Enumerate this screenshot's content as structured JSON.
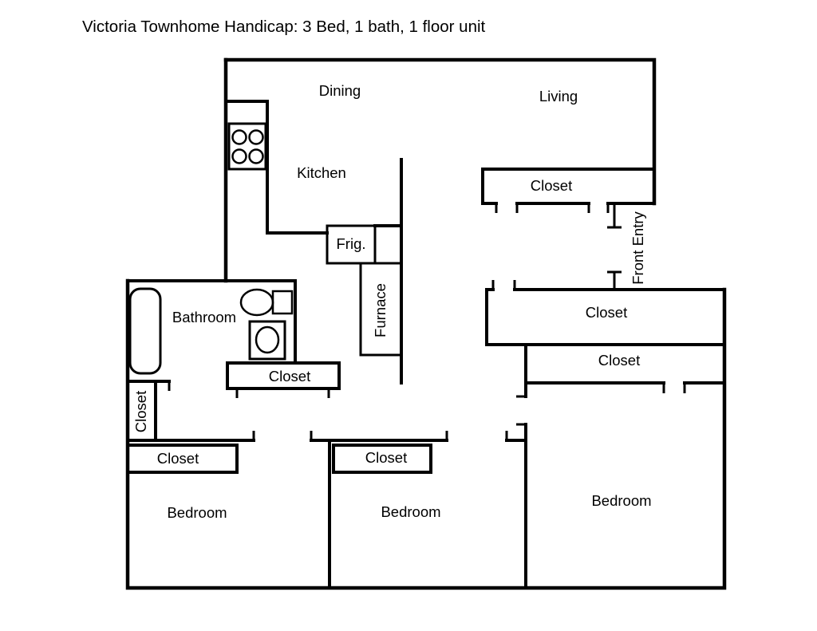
{
  "title": "Victoria Townhome Handicap: 3 Bed, 1 bath, 1 floor unit",
  "colors": {
    "line": "#000000",
    "background": "#ffffff",
    "text": "#000000"
  },
  "rooms": {
    "dining": "Dining",
    "living": "Living",
    "kitchen": "Kitchen",
    "bathroom": "Bathroom",
    "front_entry": "Front Entry",
    "bedroom_left": "Bedroom",
    "bedroom_middle": "Bedroom",
    "bedroom_right": "Bedroom"
  },
  "closets": {
    "living_closet": "Closet",
    "entry_closet": "Closet",
    "bedroom_right_closet": "Closet",
    "bathroom_closet": "Closet",
    "hall_closet_vertical": "Closet",
    "bedroom_left_closet": "Closet",
    "bedroom_middle_closet": "Closet"
  },
  "fixtures": {
    "refrigerator": "Frig.",
    "furnace": "Furnace"
  }
}
